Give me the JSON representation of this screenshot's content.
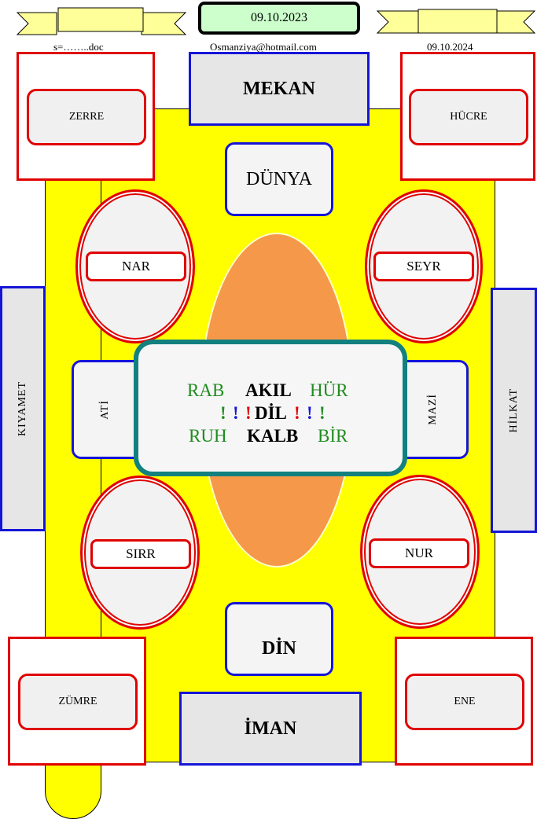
{
  "header": {
    "date_box": "09.10.2023",
    "file_name": "s=……..doc",
    "email": "Osmanziya@hotmail.com",
    "date_right": "09.10.2024"
  },
  "boxes": {
    "mekan": "MEKAN",
    "dunya": "DÜNYA",
    "din": "DİN",
    "iman": "İMAN",
    "zerre": "ZERRE",
    "hucre": "HÜCRE",
    "zumre": "ZÜMRE",
    "ene": "ENE",
    "nar": "NAR",
    "seyr": "SEYR",
    "sirr": "SIRR",
    "nur": "NUR",
    "kiyamet": "KIYAMET",
    "hilkat": "HİLKAT",
    "ati": "ATİ",
    "mazi": "MAZİ"
  },
  "center_panel": {
    "row1": {
      "left": "RAB",
      "middle": "AKIL",
      "right": "HÜR"
    },
    "row2": {
      "marks_left": [
        "!",
        "!",
        "!"
      ],
      "middle": "DİL",
      "marks_right": [
        "!",
        "!",
        "!"
      ]
    },
    "row3": {
      "left": "RUH",
      "middle": "KALB",
      "right": "BİR"
    }
  },
  "colors": {
    "yellow": "#ffff00",
    "orange": "#f5984a",
    "teal": "#138080",
    "red": "#e00000",
    "blue": "#1515d8",
    "green": "#1f8c1f",
    "light_green": "#ccffcc",
    "ribbon": "#ffff99"
  }
}
